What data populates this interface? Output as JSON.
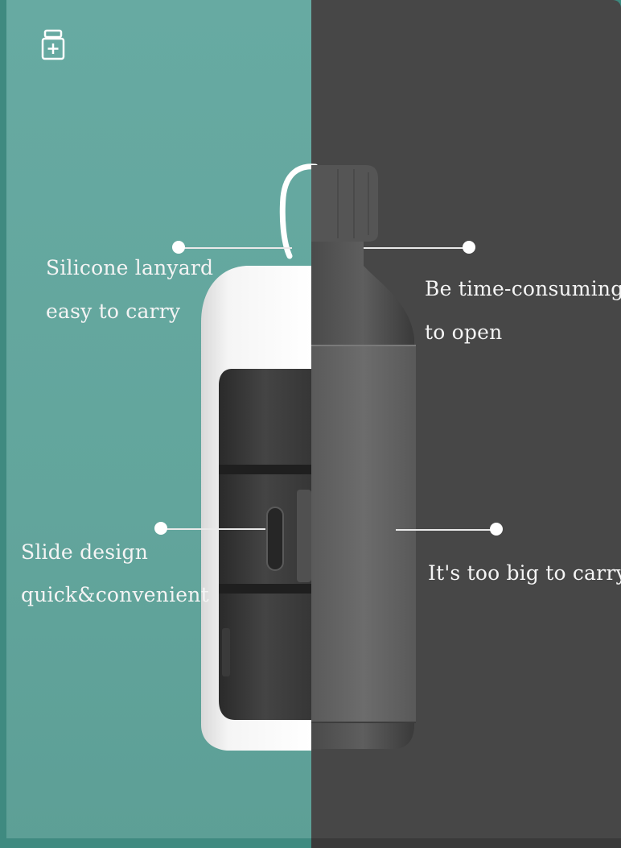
{
  "features": {
    "left": [
      {
        "line1": "Silicone lanyard",
        "line2": "easy to carry"
      },
      {
        "line1": "Slide design",
        "line2": "quick&convenient"
      }
    ],
    "right": [
      {
        "line1": "Be time-consuming",
        "line2": "to open"
      },
      {
        "line1": "It's too big to carry"
      }
    ]
  },
  "icon": "medicine-bottle-icon",
  "colors": {
    "teal_panel": "#64a79e",
    "dark_panel": "#474747",
    "text": "#f4f4f4"
  }
}
